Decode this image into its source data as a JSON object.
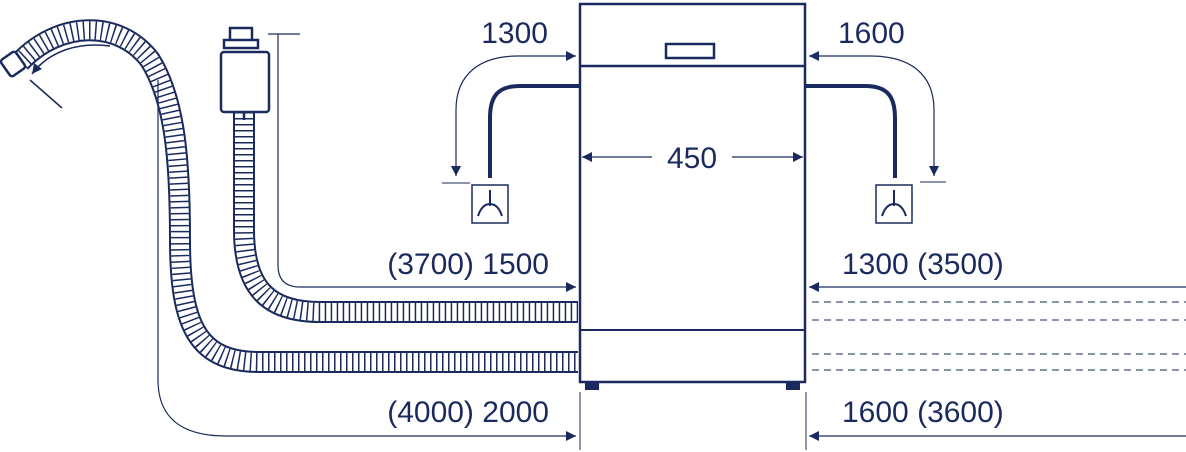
{
  "colors": {
    "ink": "#1b2a5e",
    "accent": "#1f3a8a",
    "hose": "#1b2a5e",
    "dashed": "#6b7280",
    "background": "#ffffff"
  },
  "labels": {
    "top_left_drain": "1300",
    "top_right_drain": "1600",
    "width": "450",
    "left_upper_hose": "(3700) 1500",
    "right_upper_hose": "1300 (3500)",
    "left_lower_hose": "(4000) 2000",
    "right_lower_hose": "1600 (3600)"
  },
  "icons": {
    "drain_left": "siphon-icon",
    "drain_right": "siphon-icon",
    "tap": "aquastop-valve-icon",
    "hose_end": "hose-connector-icon"
  }
}
